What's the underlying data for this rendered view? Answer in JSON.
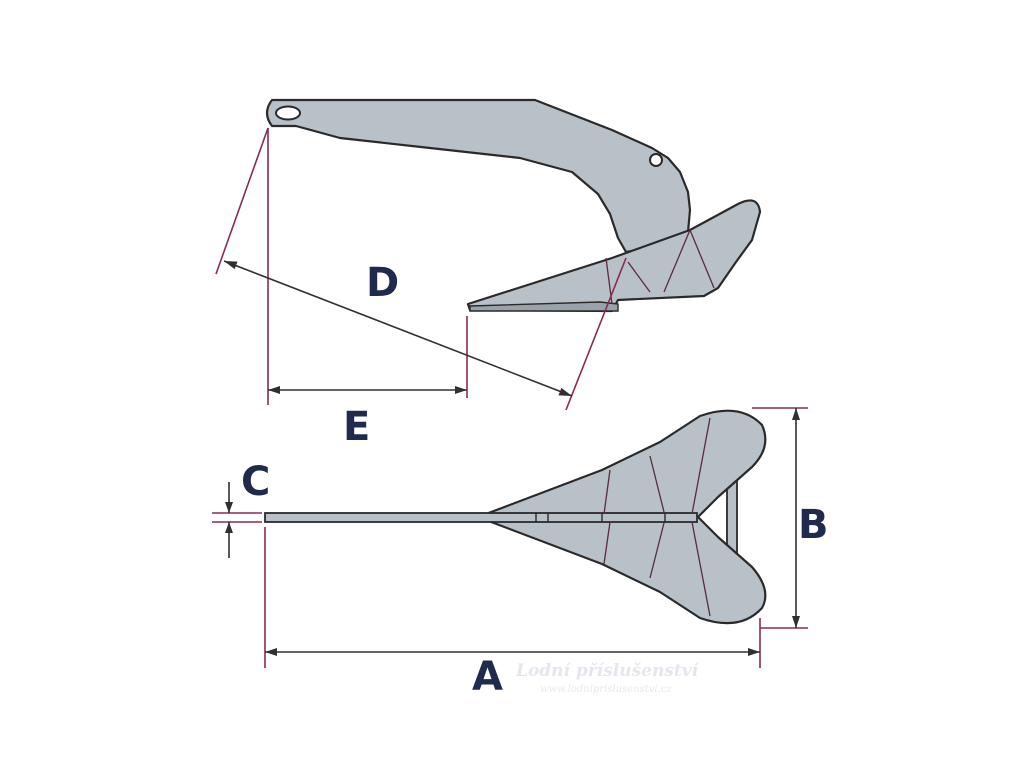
{
  "labels": {
    "a": "A",
    "b": "B",
    "c": "C",
    "d": "D",
    "e": "E"
  },
  "watermark": {
    "title": "Lodní příslušenství",
    "url": "www.lodniprislusenstvi.cz"
  },
  "colors": {
    "anchor_fill": "#b8c0c8",
    "outline": "#2a2a2a",
    "dimension_line": "#8a2a55",
    "arrow_line": "#303030",
    "label": "#1f2a4d"
  }
}
